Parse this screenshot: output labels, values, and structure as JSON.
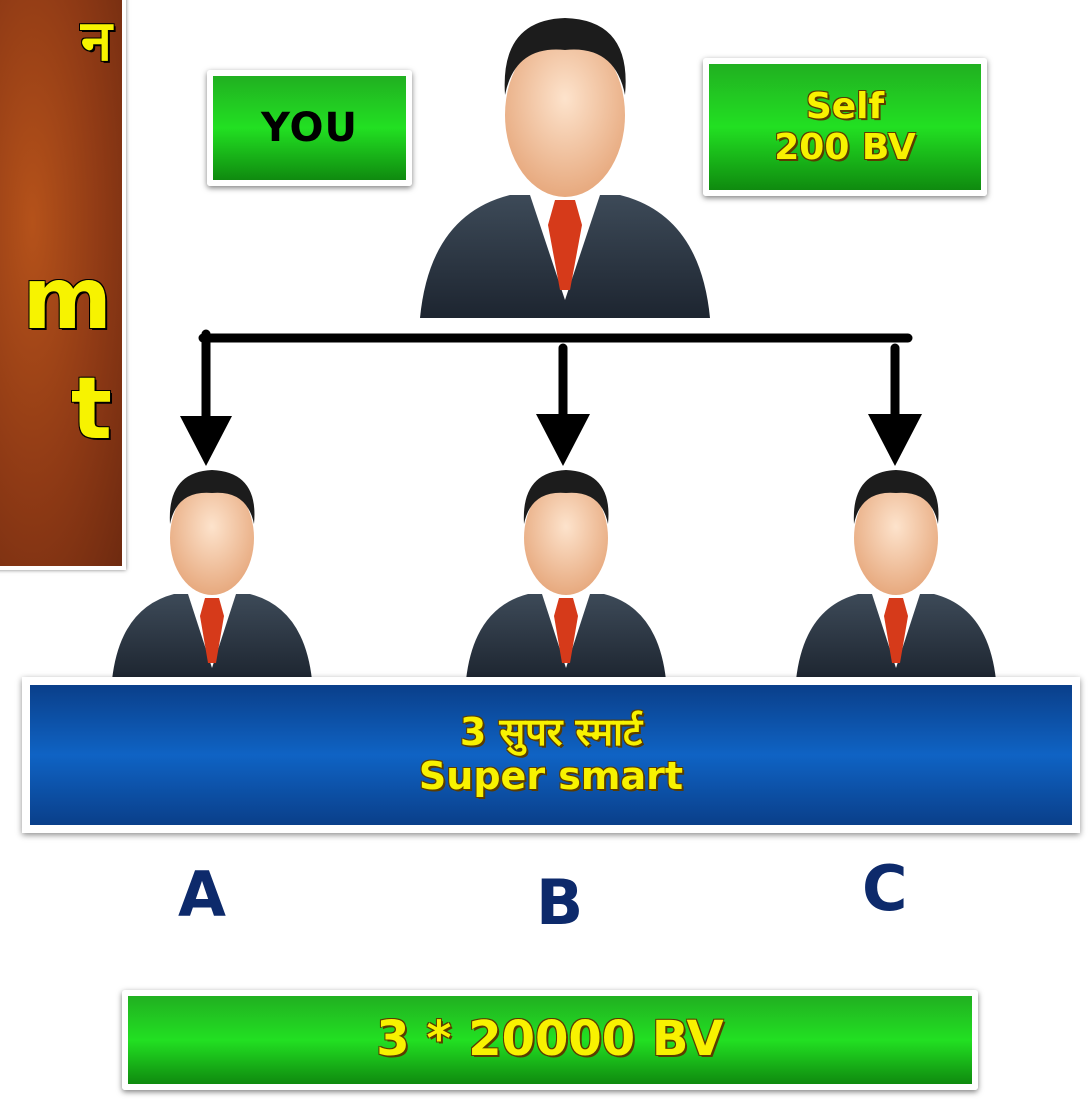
{
  "side_panel": {
    "fragments": [
      "न",
      "m",
      "t"
    ]
  },
  "top_person": {
    "tag": "YOU",
    "self_line1": "Self",
    "self_line2": "200 BV"
  },
  "banner": {
    "line1": "3 सुपर स्मार्ट",
    "line2": "Super smart"
  },
  "members": [
    "A",
    "B",
    "C"
  ],
  "total": "3 * 20000 BV",
  "colors": {
    "panel": "#8f3a15",
    "green": "#22e022",
    "blue": "#0f63c4",
    "yellow_text": "#f8f200",
    "letter": "#0d2a6b"
  }
}
